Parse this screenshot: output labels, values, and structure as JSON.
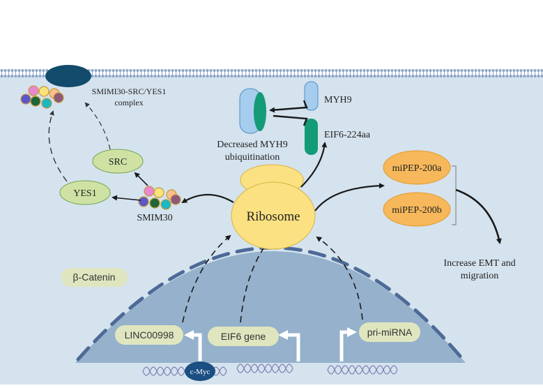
{
  "colors": {
    "cell": "#d5e3ee",
    "membrane": "#8fa6c9",
    "nucleus": "#95b1cb",
    "nuclear_envelope": "#4d6a97",
    "ribosome": "#fbe181",
    "ribosome_stroke": "#d9b440",
    "green_oval": "#cfe2a4",
    "green_oval_stroke": "#6fa24d",
    "label_pill": "#dfe6bf",
    "orange_oval": "#f6b85a",
    "myh9_blue": "#a7cdee",
    "eif6_green": "#139b77",
    "complex_dark": "#124b6b",
    "cmyc": "#1b4e82"
  },
  "labels": {
    "ribosome": "Ribosome",
    "complex": "SMIMI30-SRC/YES1",
    "complex_sub": "complex",
    "src": "SRC",
    "yes1": "YES1",
    "smim30": "SMIM30",
    "myh9": "MYH9",
    "eif6_224aa": "EIF6-224aa",
    "decreased_1": "Decreased MYH9",
    "decreased_2": "ubiquitination",
    "mipep_a": "miPEP-200a",
    "mipep_b": "miPEP-200b",
    "emt_1": "Increase EMT and",
    "emt_2": "migration",
    "catenin": "β-Catenin",
    "linc": "LINC00998",
    "eif6_gene": "EIF6 gene",
    "pri_mirna": "pri-miRNA",
    "cmyc": "c-Myc"
  }
}
